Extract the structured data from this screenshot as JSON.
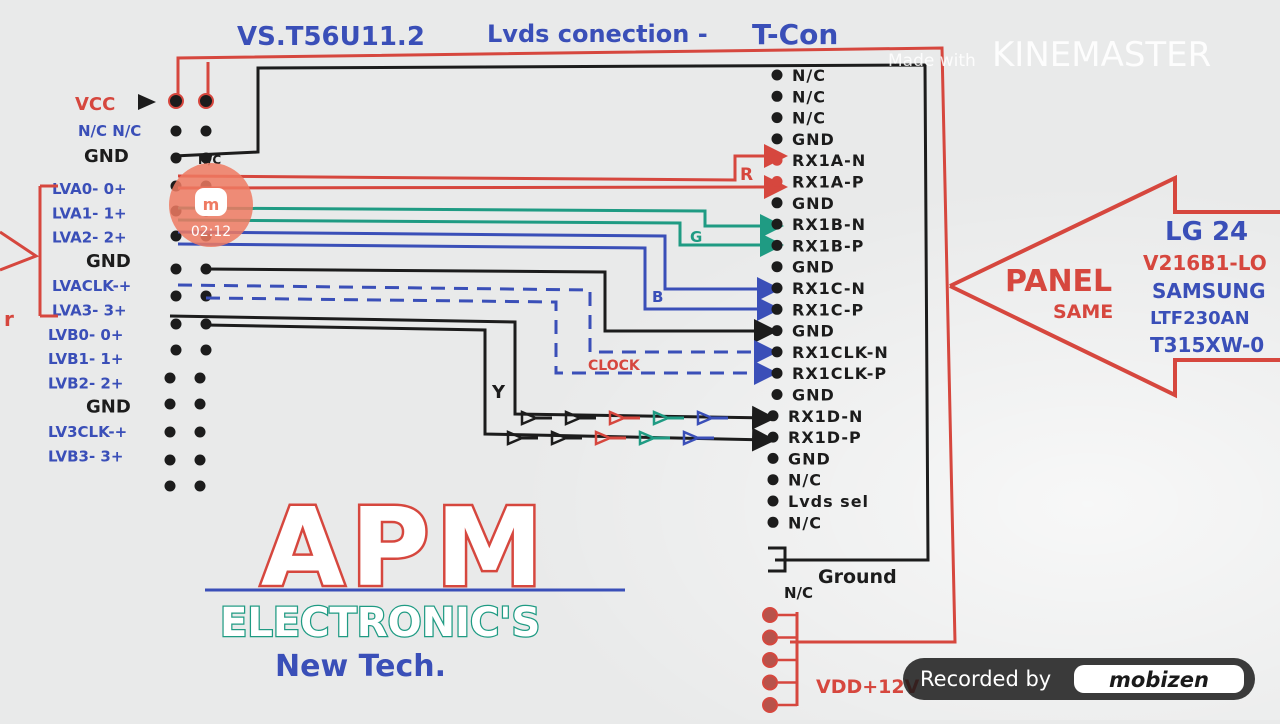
{
  "header": {
    "model": "VS.T56U11.2",
    "title": "Lvds conection -",
    "target": "T-Con"
  },
  "overlays": {
    "watermark_prefix": "Made with",
    "watermark_brand": "KINEMASTER",
    "recorder_label": "Recorded by",
    "recorder_brand": "mobizen",
    "timer": "02:12",
    "timer_icon": "m-record-icon"
  },
  "left_connector": {
    "power_label": "VCC",
    "nc_pair_label": "N/C N/C",
    "gnd_label": "GND",
    "nc_inner_label": "N/C",
    "signals": [
      "LVA0- 0+",
      "LVA1- 1+",
      "LVA2- 2+",
      "GND",
      "LVACLK-+",
      "LVA3- 3+",
      "LVB0- 0+",
      "LVB1- 1+",
      "LVB2- 2+",
      "GND",
      "LV3CLK-+",
      "LVB3- 3+"
    ]
  },
  "right_connector": {
    "pins": [
      "N/C",
      "N/C",
      "N/C",
      "GND",
      "RX1A-N",
      "RX1A-P",
      "GND",
      "RX1B-N",
      "RX1B-P",
      "GND",
      "RX1C-N",
      "RX1C-P",
      "GND",
      "RX1CLK-N",
      "RX1CLK-P",
      "GND",
      "RX1D-N",
      "RX1D-P",
      "GND",
      "N/C",
      "Lvds sel",
      "N/C"
    ],
    "ground_label": "Ground",
    "bottom_nc": "N/C",
    "vdd_label": "VDD+12V"
  },
  "wire_labels": {
    "red": "R",
    "green": "G",
    "blue": "B",
    "clock": "CLOCK",
    "yellow": "Y"
  },
  "panel": {
    "title": "PANEL",
    "subtitle": "SAME",
    "models": [
      "LG 24",
      "V216B1-LO",
      "SAMSUNG",
      "LTF230AN",
      "T315XW-0"
    ]
  },
  "left_arrow_fragment": "r",
  "logo": {
    "brand": "APM",
    "company": "ELECTRONIC'S",
    "tagline": "New Tech."
  },
  "colors": {
    "red": "#d6473e",
    "green": "#1f9b83",
    "blue": "#3a4fb8",
    "black": "#1c1c1c"
  }
}
